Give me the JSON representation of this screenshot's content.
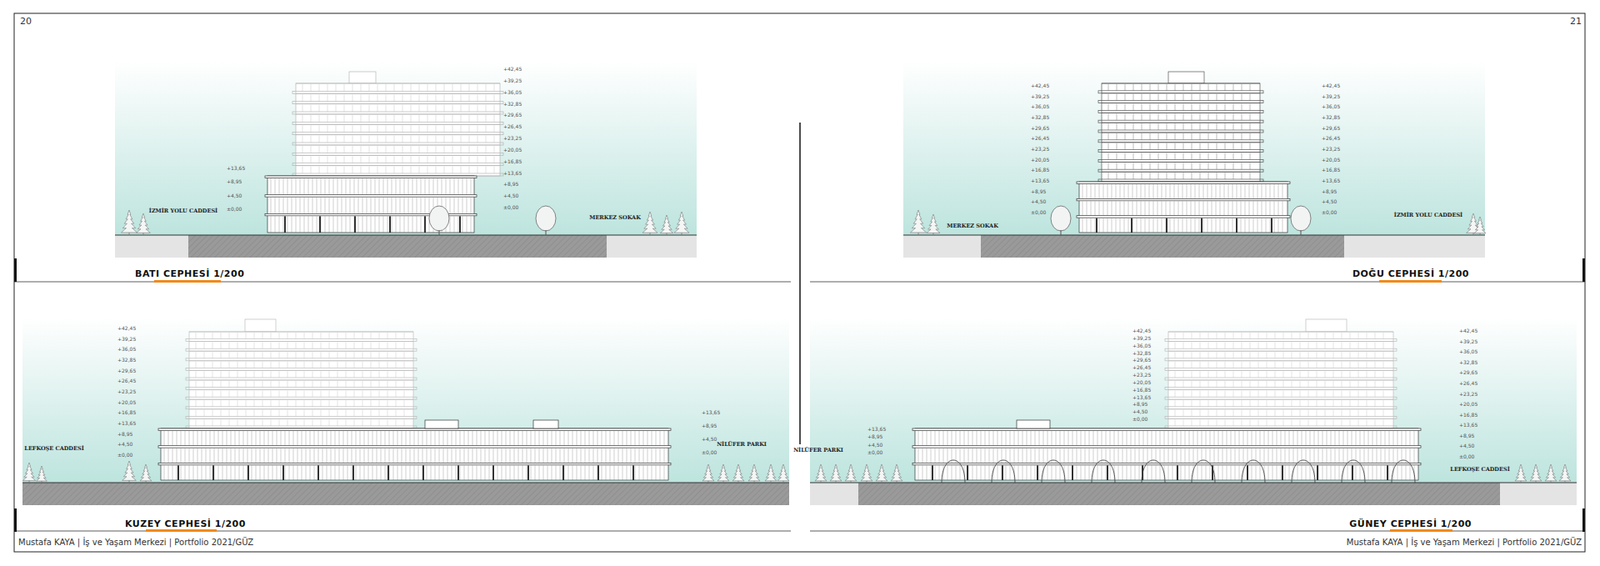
{
  "diagram": {
    "labels": [
      "20",
      "21",
      "BATI CEPHESİ 1/200",
      "DOĞU CEPHESİ 1/200",
      "KUZEY CEPHESİ 1/200",
      "GÜNEY CEPHESİ 1/200",
      "Mustafa KAYA | İş ve Yaşam Merkezi | Portfolio 2021/GÜZ",
      "Mustafa KAYA | İş ve Yaşam Merkezi | Portfolio 2021/GÜZ",
      "İZMİR YOLU CADDESİ",
      "MERKEZ SOKAK",
      "MERKEZ SOKAK",
      "İZMİR YOLU CADDESİ",
      "LEFKOŞE CADDESİ",
      "NİLÜFER PARKI",
      "NİLÜFER PARKI",
      "LEFKOŞE CADDESİ",
      "+42,45",
      "+39,25",
      "+36,05",
      "+32,85",
      "+29,65",
      "+26,45",
      "+23,25",
      "+20,05",
      "+16,85",
      "+13,65",
      "+8,95",
      "+4,50",
      "±0,00",
      "+13,65",
      "+8,95",
      "+4,50",
      "±0,00",
      "+42,45",
      "+39,25",
      "+36,05",
      "+32,85",
      "+29,65",
      "+26,45",
      "+23,25",
      "+20,05",
      "+16,85",
      "+13,65",
      "+8,95",
      "+4,50",
      "±0,00",
      "+42,45",
      "+39,25",
      "+36,05",
      "+32,85",
      "+29,65",
      "+26,45",
      "+23,25",
      "+20,05",
      "+16,85",
      "+13,65",
      "+8,95",
      "+4,50",
      "±0,00",
      "+42,45",
      "+39,25",
      "+36,05",
      "+32,85",
      "+29,65",
      "+26,45",
      "+23,25",
      "+20,05",
      "+16,85",
      "+13,65",
      "+8,95",
      "+4,50",
      "±0,00",
      "+13,65",
      "+8,95",
      "+4,50",
      "±0,00",
      "+13,65",
      "+8,95",
      "+4,50",
      "±0,00",
      "+42,45",
      "+39,25",
      "+36,05",
      "+32,85",
      "+29,65",
      "+26,45",
      "+23,25",
      "+20,05",
      "+16,85",
      "+13,65",
      "+8,95",
      "+4,50",
      "±0,00",
      "+42,45",
      "+39,25",
      "+36,05",
      "+32,85",
      "+29,65",
      "+26,45",
      "+23,25",
      "+20,05",
      "+16,85",
      "+13,65",
      "+8,95",
      "+4,50",
      "±0,00"
    ]
  }
}
